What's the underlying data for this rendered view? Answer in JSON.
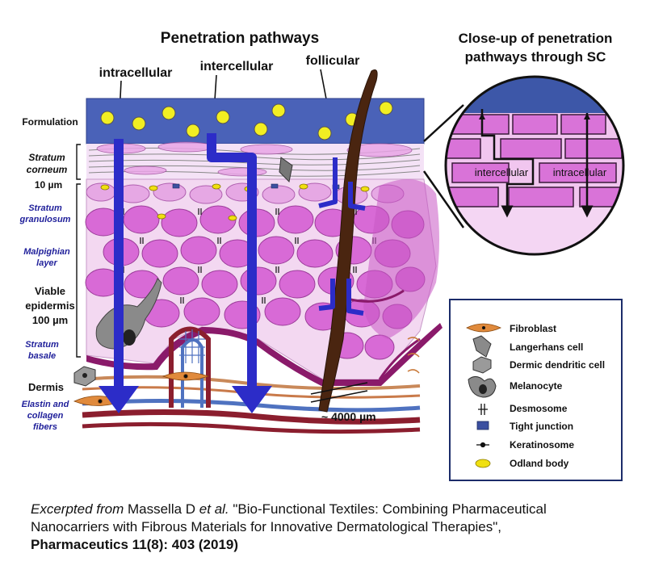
{
  "title": "Penetration pathways",
  "closeup_title_line1": "Close-up of penetration",
  "closeup_title_line2": "pathways through SC",
  "pathways": {
    "intracellular": "intracellular",
    "intercellular": "intercellular",
    "follicular": "follicular"
  },
  "left_labels": {
    "formulation": "Formulation",
    "stratum_corneum_1": "Stratum",
    "stratum_corneum_2": "corneum",
    "sc_thickness": "10 µm",
    "stratum_granulosum_1": "Stratum",
    "stratum_granulosum_2": "granulosum",
    "malpighian_1": "Malpighian",
    "malpighian_2": "layer",
    "viable_1": "Viable",
    "viable_2": "epidermis",
    "viable_thickness": "100 µm",
    "stratum_basale_1": "Stratum",
    "stratum_basale_2": "basale",
    "dermis": "Dermis",
    "elastin_1": "Elastin and",
    "elastin_2": "collagen",
    "elastin_3": "fibers"
  },
  "follicle_depth": "~ 4000 µm",
  "closeup_labels": {
    "intercellular": "intercellular",
    "intracellular": "intracellular"
  },
  "legend": [
    {
      "label": "Fibroblast",
      "icon": "fibroblast-icon"
    },
    {
      "label": "Langerhans cell",
      "icon": "langerhans-cell-icon"
    },
    {
      "label": "Dermic dendritic cell",
      "icon": "dermic-dendritic-cell-icon"
    },
    {
      "label": "Melanocyte",
      "icon": "melanocyte-icon"
    },
    {
      "label": "Desmosome",
      "icon": "desmosome-icon"
    },
    {
      "label": "Tight junction",
      "icon": "tight-junction-icon"
    },
    {
      "label": "Keratinosome",
      "icon": "keratinosome-icon"
    },
    {
      "label": "Odland  body",
      "icon": "odland-body-icon"
    }
  ],
  "citation": {
    "excerpted": "Excerpted from",
    "author": " Massella D ",
    "etal": "et al.",
    "title_text": " \"Bio-Functional Textiles: Combining Pharmaceutical Nanocarriers with Fibrous Materials for Innovative Dermatological Therapies\",",
    "journal": "Pharmaceutics 11(8): 403 (2019)"
  },
  "colors": {
    "formulation": "#4a62b8",
    "cell_pink": "#d86ad6",
    "cell_light": "#f2c8ef",
    "arrow_blue": "#2c2cc8",
    "hair": "#4a2510",
    "dermis_red": "#8b1e2e",
    "odland_yellow": "#f0e010"
  }
}
